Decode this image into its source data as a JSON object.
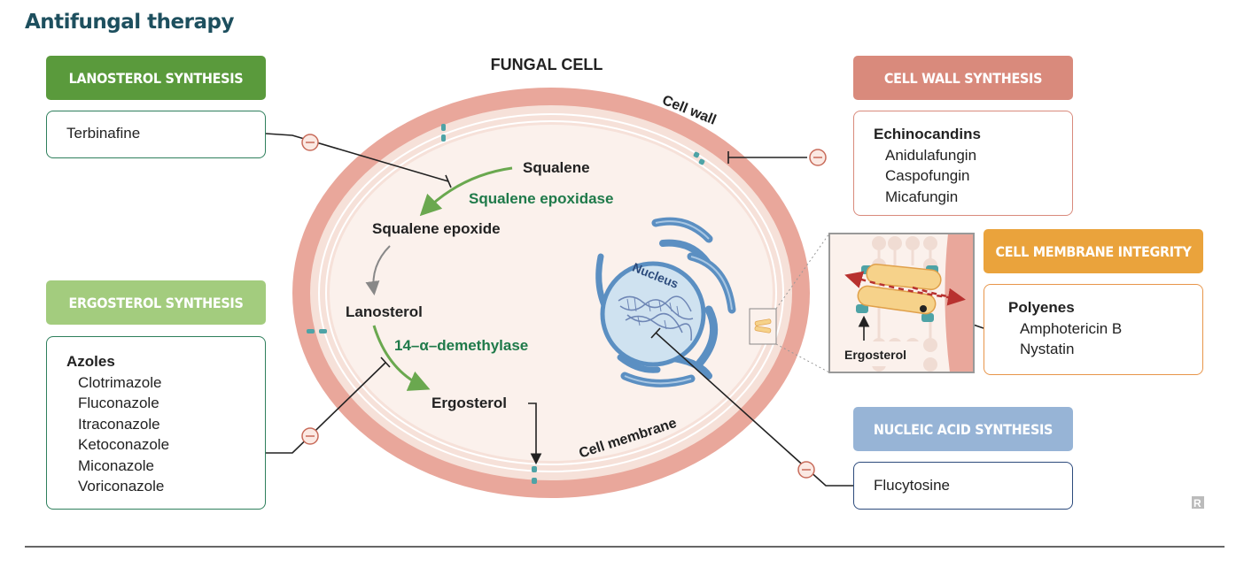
{
  "title": "Antifungal therapy",
  "diagram": {
    "cell_title": "FUNGAL CELL",
    "cell_wall_label": "Cell wall",
    "cell_membrane_label": "Cell membrane",
    "nucleus_label": "Nucleus",
    "pathway": {
      "squalene": "Squalene",
      "squalene_epoxidase": "Squalene epoxidase",
      "squalene_epoxide": "Squalene epoxide",
      "lanosterol": "Lanosterol",
      "demethylase": "14–α–demethylase",
      "ergosterol": "Ergosterol"
    },
    "inset_label": "Ergosterol",
    "rx_mark": "R"
  },
  "categories": {
    "lanosterol": {
      "label": "LANOSTEROL SYNTHESIS",
      "color": "#5a9a3c"
    },
    "ergosterol": {
      "label": "ERGOSTEROL SYNTHESIS",
      "color": "#a3cc7e"
    },
    "cell_wall": {
      "label": "CELL WALL SYNTHESIS",
      "color": "#d98a7c"
    },
    "membrane": {
      "label": "CELL MEMBRANE INTEGRITY",
      "color": "#eaa33c"
    },
    "nucleic": {
      "label": "NUCLEIC ACID SYNTHESIS",
      "color": "#97b4d6"
    }
  },
  "drugs": {
    "lanosterol": {
      "items": [
        "Terbinafine"
      ]
    },
    "ergosterol": {
      "header": "Azoles",
      "items": [
        "Clotrimazole",
        "Fluconazole",
        "Itraconazole",
        "Ketoconazole",
        "Miconazole",
        "Voriconazole"
      ]
    },
    "cell_wall": {
      "header": "Echinocandins",
      "items": [
        "Anidulafungin",
        "Caspofungin",
        "Micafungin"
      ]
    },
    "membrane": {
      "header": "Polyenes",
      "items": [
        "Amphotericin B",
        "Nystatin"
      ]
    },
    "nucleic": {
      "items": [
        "Flucytosine"
      ]
    }
  },
  "colors": {
    "cell_wall": "#e9a79b",
    "membrane": "#f6e1d9",
    "channel": "#4ea3a6",
    "nucleus": "#cfe2f0",
    "er": "#5b8fc2",
    "enzyme_green": "#1f7a4a",
    "arrow_green": "#6aa84f",
    "ergosterol_yellow": "#f6d28a",
    "red_arrow": "#b8312f"
  }
}
